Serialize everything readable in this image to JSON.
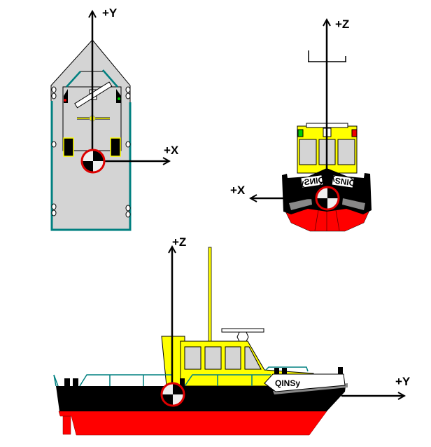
{
  "views": {
    "top": {
      "axis_forward": "+Y",
      "axis_starboard": "+X"
    },
    "front": {
      "axis_up": "+Z",
      "axis_side": "+X"
    },
    "side": {
      "axis_up": "+Z",
      "axis_forward": "+Y"
    }
  },
  "vessel_name": "QINSy",
  "colors": {
    "hull_top": "#000000",
    "hull_bottom": "#ff0000",
    "cabin": "#ffff00",
    "deck": "#d4d4d4",
    "railing": "#008080",
    "ref_ring": "#cc0000"
  }
}
